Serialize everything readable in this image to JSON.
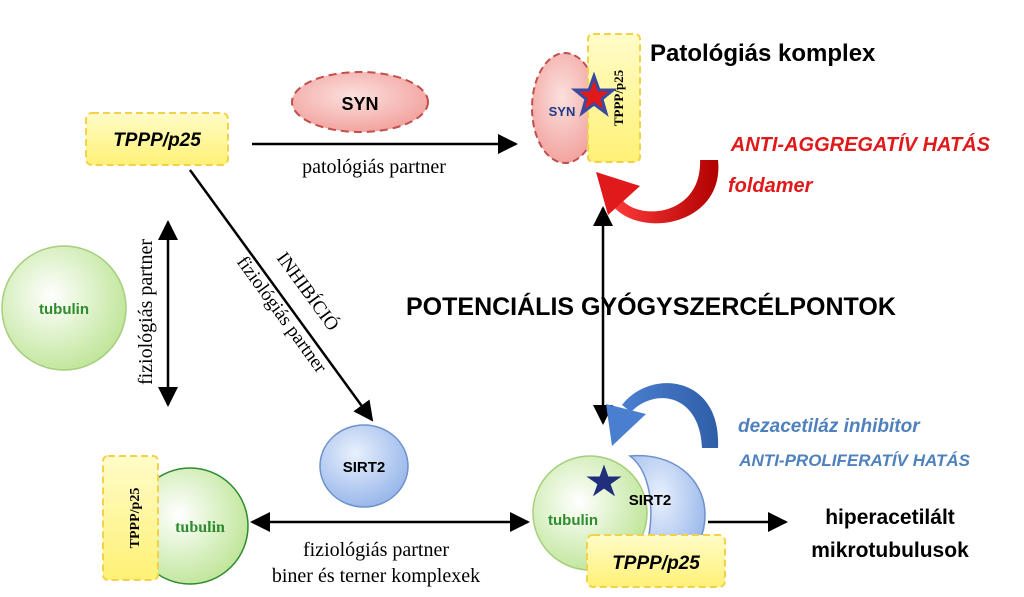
{
  "title": "Patológiás komplex",
  "center_label": "POTENCIÁLIS GYÓGYSZERCÉLPONTOK",
  "nodes": {
    "tppp_topleft": "TPPP/p25",
    "syn_top": "SYN",
    "tubulin_left": "tubulin",
    "sirt2_mid": "SIRT2",
    "complex_bottomleft_tppp": "TPPP/p25",
    "complex_bottomleft_tubulin": "tubulin",
    "complex_topright_syn": "SYN",
    "complex_topright_tppp": "TPPP/p25",
    "complex_bottomright_tubulin": "tubulin",
    "complex_bottomright_sirt2": "SIRT2",
    "complex_bottomright_tppp": "TPPP/p25"
  },
  "edges": {
    "pathological_partner": "patológiás partner",
    "physiological_partner_vertical": "fiziológiás partner",
    "inhibition": "INHIBÍCIÓ",
    "physiological_partner_diagonal": "fiziológiás partner",
    "physiological_partner_bottom": "fiziológiás partner",
    "binary_ternary": "biner és terner komplexek"
  },
  "effects": {
    "anti_aggregative": "ANTI-AGGREGATÍV HATÁS",
    "foldamer": "foldamer",
    "deacetylase_inhibitor": "dezacetiláz inhibitor",
    "anti_proliferative": "ANTI-PROLIFERATÍV HATÁS"
  },
  "outcome": {
    "line1": "hiperacetilált",
    "line2": "mikrotubulusok"
  },
  "colors": {
    "red": "#e0191b",
    "blue": "#4f81bd",
    "tubulin_green": "#2e8b2e",
    "tppp_yellow": "#fff79a",
    "tppp_border": "#f4d03f",
    "syn_pink": "#f5b3b0",
    "syn_border": "#c0504d",
    "sirt2_blue": "#a9c4ee"
  }
}
